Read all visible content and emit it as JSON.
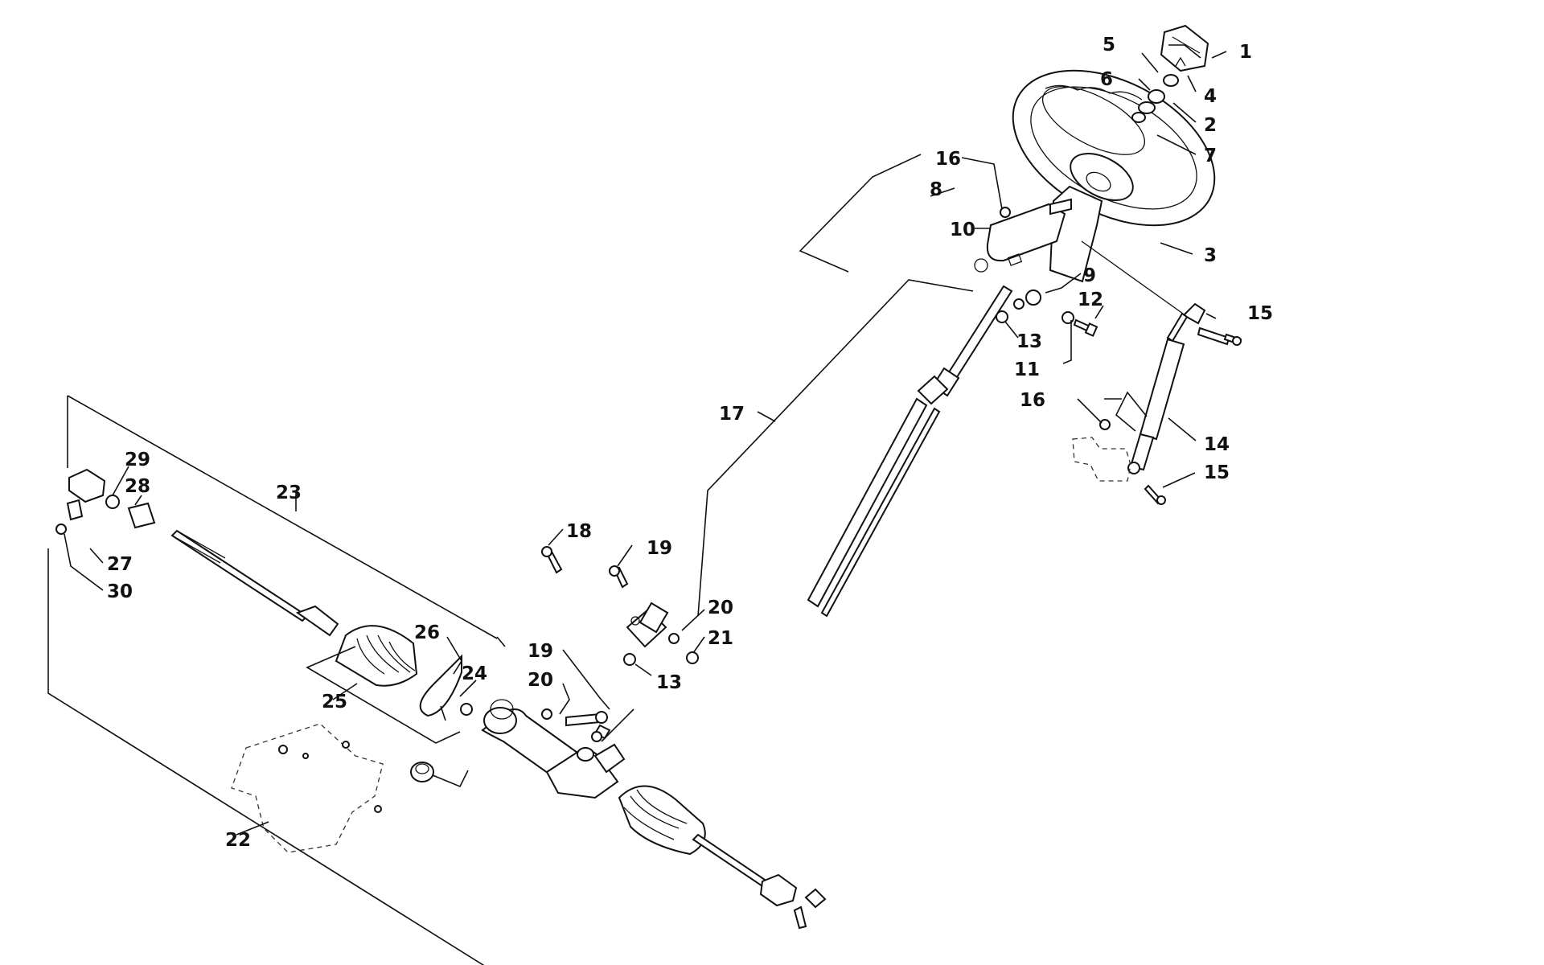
{
  "callouts": [
    {
      "id": "1",
      "label": "1"
    },
    {
      "id": "2",
      "label": "2"
    },
    {
      "id": "3",
      "label": "3"
    },
    {
      "id": "4",
      "label": "4"
    },
    {
      "id": "5",
      "label": "5"
    },
    {
      "id": "6",
      "label": "6"
    },
    {
      "id": "7",
      "label": "7"
    },
    {
      "id": "8",
      "label": "8"
    },
    {
      "id": "9",
      "label": "9"
    },
    {
      "id": "10",
      "label": "10"
    },
    {
      "id": "11",
      "label": "11"
    },
    {
      "id": "12",
      "label": "12"
    },
    {
      "id": "13a",
      "label": "13"
    },
    {
      "id": "13b",
      "label": "13"
    },
    {
      "id": "14",
      "label": "14"
    },
    {
      "id": "15a",
      "label": "15"
    },
    {
      "id": "15b",
      "label": "15"
    },
    {
      "id": "16a",
      "label": "16"
    },
    {
      "id": "16b",
      "label": "16"
    },
    {
      "id": "17",
      "label": "17"
    },
    {
      "id": "18",
      "label": "18"
    },
    {
      "id": "19a",
      "label": "19"
    },
    {
      "id": "19b",
      "label": "19"
    },
    {
      "id": "20a",
      "label": "20"
    },
    {
      "id": "20b",
      "label": "20"
    },
    {
      "id": "21",
      "label": "21"
    },
    {
      "id": "22",
      "label": "22"
    },
    {
      "id": "23",
      "label": "23"
    },
    {
      "id": "24",
      "label": "24"
    },
    {
      "id": "25",
      "label": "25"
    },
    {
      "id": "26",
      "label": "26"
    },
    {
      "id": "27",
      "label": "27"
    },
    {
      "id": "28",
      "label": "28"
    },
    {
      "id": "29",
      "label": "29"
    },
    {
      "id": "30",
      "label": "30"
    }
  ]
}
